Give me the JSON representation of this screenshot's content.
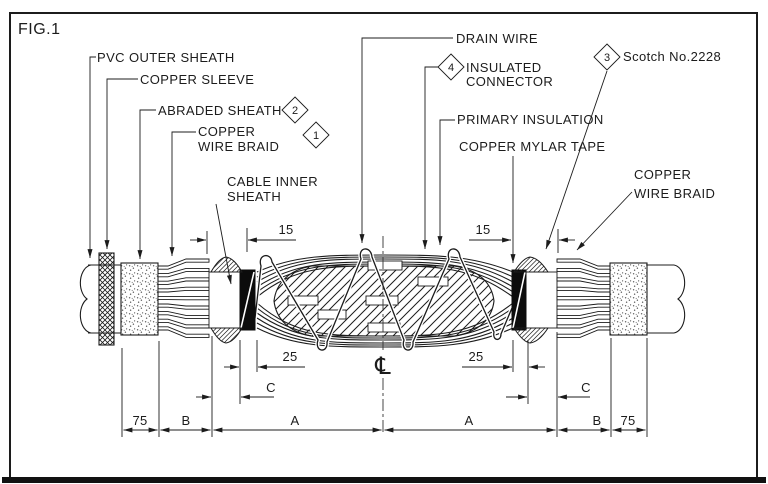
{
  "figure": {
    "title": "FIG.1"
  },
  "labels": {
    "pvc_outer_sheath": "PVC OUTER SHEATH",
    "copper_sleeve": "COPPER SLEEVE",
    "abraded_sheath": "ABRADED SHEATH",
    "copper_wire_braid_left_1": "COPPER",
    "copper_wire_braid_left_2": "WIRE BRAID",
    "cable_inner_sheath_1": "CABLE INNER",
    "cable_inner_sheath_2": "SHEATH",
    "drain_wire": "DRAIN WIRE",
    "insulated_connector_1": "INSULATED",
    "insulated_connector_2": "CONNECTOR",
    "primary_insulation": "PRIMARY INSULATION",
    "copper_mylar_tape": "COPPER MYLAR TAPE",
    "scotch_tape": "Scotch No.2228",
    "copper_wire_braid_right_1": "COPPER",
    "copper_wire_braid_right_2": "WIRE BRAID"
  },
  "note_markers": {
    "m1": "1",
    "m2": "2",
    "m3": "3",
    "m4": "4"
  },
  "dimensions": {
    "top_left_15": "15",
    "top_right_15": "15",
    "mid_left_25": "25",
    "mid_right_25": "25",
    "c_left": "C",
    "c_right": "C",
    "bottom": [
      "75",
      "B",
      "A",
      "A",
      "B",
      "75"
    ],
    "centerline_symbol": "℄"
  },
  "colors": {
    "line": "#1c1c1c",
    "background": "#ffffff"
  }
}
